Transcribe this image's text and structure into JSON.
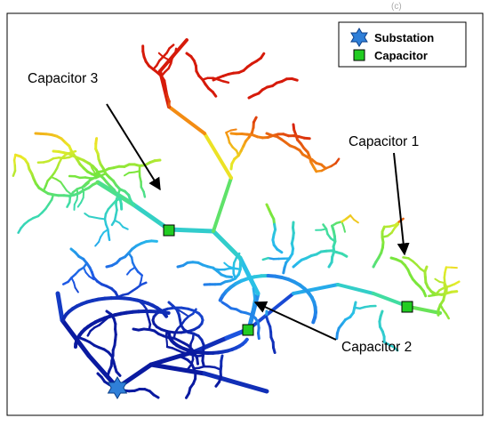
{
  "top_fragment": "(c)",
  "legend": {
    "substation_label": "Substation",
    "capacitor_label": "Capacitor",
    "substation_icon": "star-icon",
    "capacitor_icon": "square-icon"
  },
  "callouts": [
    {
      "id": "capacitor-3",
      "label": "Capacitor 3"
    },
    {
      "id": "capacitor-1",
      "label": "Capacitor 1"
    },
    {
      "id": "capacitor-2",
      "label": "Capacitor 2"
    }
  ],
  "colors": {
    "capacitor": "#22cc22",
    "substation": "#2f7fd8",
    "feeder_low": "#0a1aa0",
    "feeder_high": "#d61a0a"
  }
}
